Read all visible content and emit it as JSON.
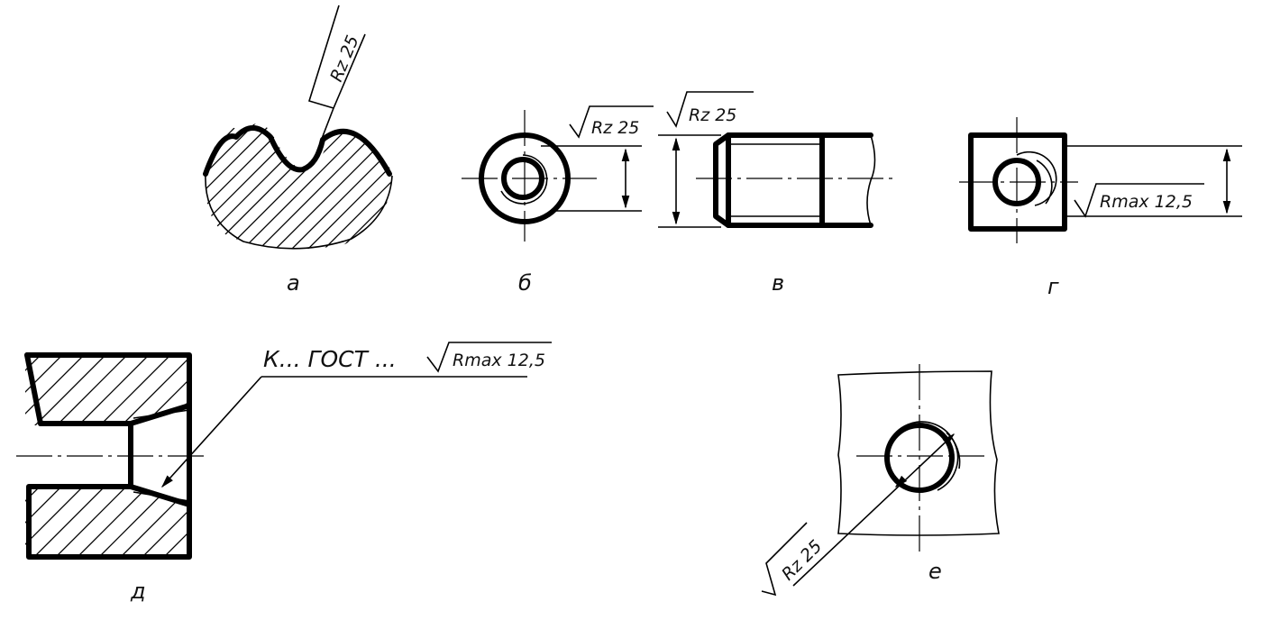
{
  "labels": {
    "a": "а",
    "b": "б",
    "v": "в",
    "g": "г",
    "d": "д",
    "e": "е"
  },
  "symbols": {
    "rz25_a": "Rz 25",
    "rz25_b": "Rz 25",
    "rz25_v": "Rz 25",
    "rmax_g": "Rmax 12,5",
    "gost_d": "К... ГОСТ ...",
    "rmax_d": "Rmax 12,5",
    "rz25_e": "Rz 25"
  },
  "colors": {
    "ink": "#000000",
    "paper": "#ffffff"
  }
}
